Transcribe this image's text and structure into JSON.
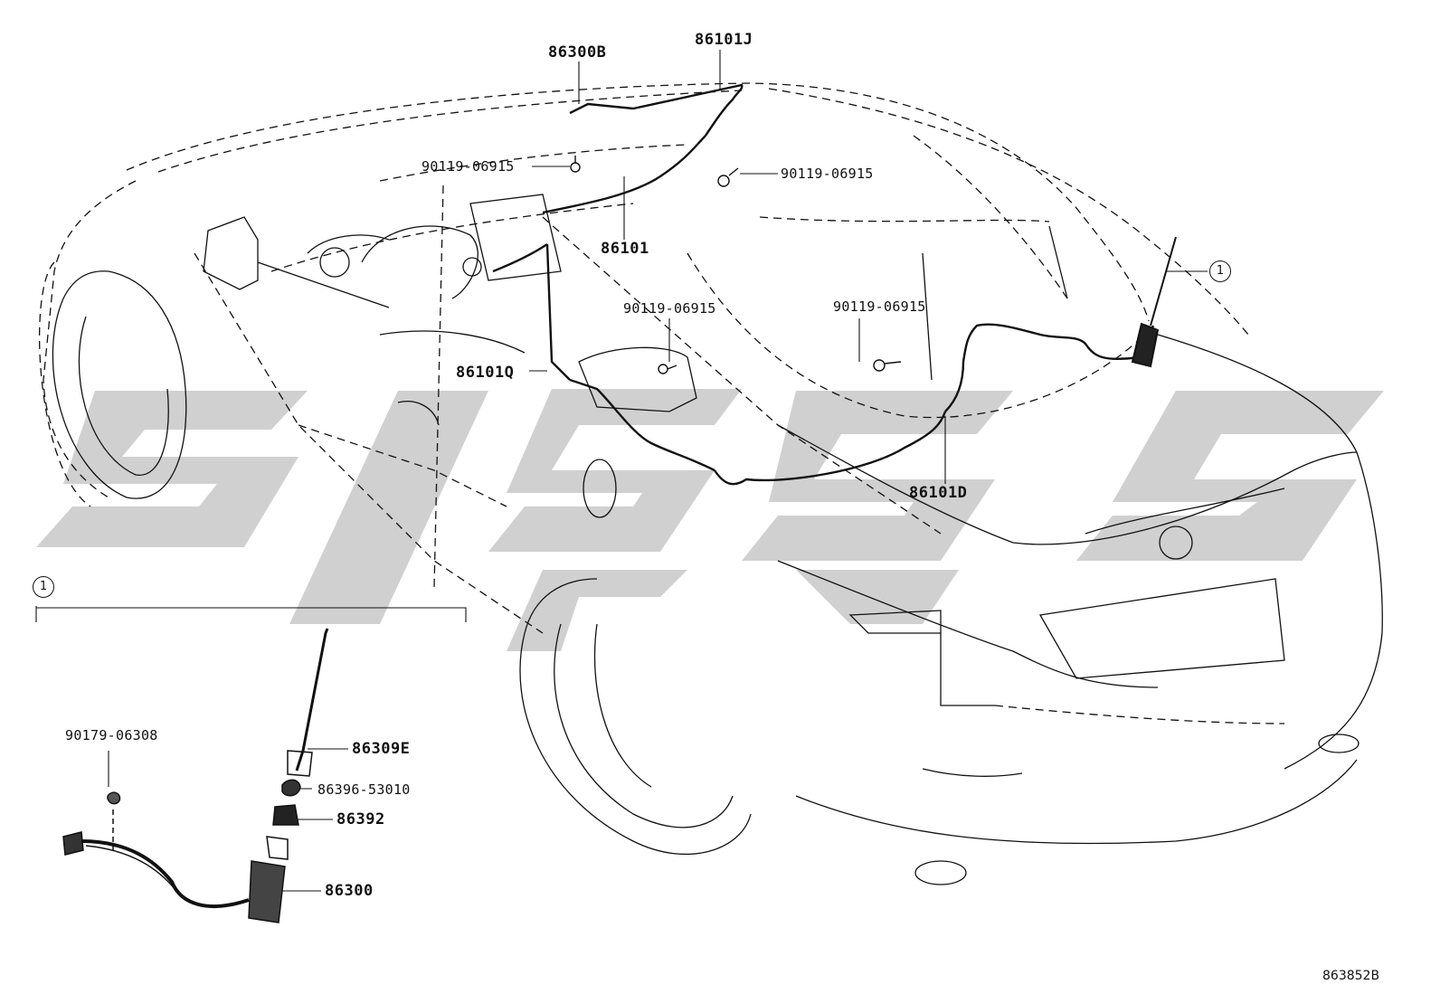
{
  "labels": {
    "p86300B": "86300B",
    "p86101J": "86101J",
    "p86101": "86101",
    "p86101Q": "86101Q",
    "p86101D": "86101D",
    "p86309E": "86309E",
    "p86392": "86392",
    "p86300": "86300",
    "bolt_a": "90119-06915",
    "bolt_b": "90119-06915",
    "bolt_c": "90119-06915",
    "bolt_d": "90119-06915",
    "nut": "90179-06308",
    "pad": "86396-53010"
  },
  "callouts": {
    "main": "1",
    "detail": "1"
  },
  "drawing_code": "863852B",
  "colors": {
    "line": "#111111",
    "watermark": "#c8c8c8"
  }
}
